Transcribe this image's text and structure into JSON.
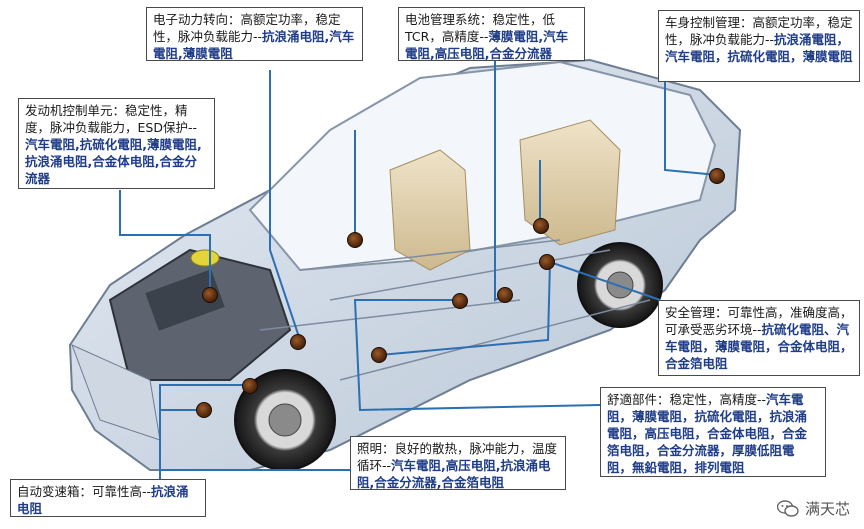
{
  "callouts": [
    {
      "id": "eps",
      "plain": "电子动力转向：高额定功率，稳定性，脉冲负载能力--",
      "highlight": "抗浪涌电阻,汽车電阻,薄膜電阻"
    },
    {
      "id": "bms",
      "plain": "电池管理系统：稳定性，低TCR，高精度--",
      "highlight": "薄膜電阻,汽车電阻,高压电阻,合金分流器"
    },
    {
      "id": "body",
      "plain": "车身控制管理：高额定功率，稳定性，脉冲负载能力--",
      "highlight": "抗浪涌電阻，汽车電阻，抗硫化電阻，薄膜電阻"
    },
    {
      "id": "engine",
      "plain": "发动机控制单元：稳定性，精度，脉冲负载能力，ESD保护--",
      "highlight": "汽车電阻,抗硫化電阻,薄膜電阻,抗浪涌电阻,合金体电阻,合金分流器"
    },
    {
      "id": "safety",
      "plain": "安全管理：可靠性高，准确度高，可承受恶劣环境--",
      "highlight": "抗硫化電阻、汽车電阻，薄膜電阻，合金体电阻，合金箔电阻"
    },
    {
      "id": "comfort",
      "plain": "舒適部件：稳定性，高精度--",
      "highlight": "汽车電阻，薄膜電阻，抗硫化電阻，抗浪涌電阻，高压电阻，合金体电阻，合金箔电阻，合金分流器，厚膜低阻電阻，無鉛電阻，排列電阻"
    },
    {
      "id": "lighting",
      "plain": "照明：良好的散热，脉冲能力，温度循环--",
      "highlight": "汽车電阻,高压电阻,抗浪涌电阻,合金分流器,合金箔电阻"
    },
    {
      "id": "gearbox",
      "plain": "自动变速箱：可靠性高--",
      "highlight": "抗浪涌电阻"
    }
  ],
  "watermark": {
    "text": "满天芯"
  }
}
